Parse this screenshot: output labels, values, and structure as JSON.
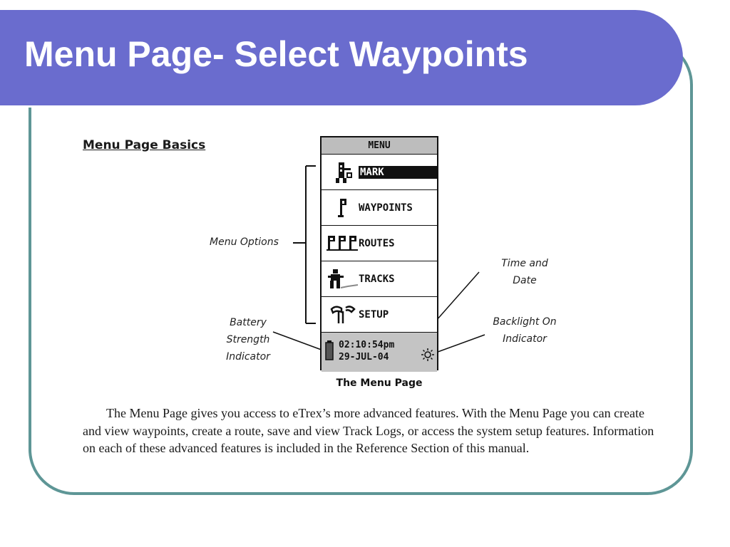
{
  "slide": {
    "title": "Menu Page- Select Waypoints"
  },
  "document": {
    "section_title": "Menu Page Basics",
    "device": {
      "header": "MENU",
      "items": [
        {
          "label": "MARK",
          "icon": "mark-waypoint-icon",
          "selected": true
        },
        {
          "label": "WAYPOINTS",
          "icon": "waypoint-flag-icon",
          "selected": false
        },
        {
          "label": "ROUTES",
          "icon": "route-flags-icon",
          "selected": false
        },
        {
          "label": "TRACKS",
          "icon": "track-walker-icon",
          "selected": false
        },
        {
          "label": "SETUP",
          "icon": "setup-tools-icon",
          "selected": false
        }
      ],
      "status": {
        "time": "02:10:54pm",
        "date": "29-JUL-04",
        "battery_icon": "battery-icon",
        "backlight_icon": "backlight-sun-icon"
      }
    },
    "annotations": {
      "menu_options": "Menu Options",
      "time_date": [
        "Time and",
        "Date"
      ],
      "battery": [
        "Battery",
        "Strength",
        "Indicator"
      ],
      "backlight": [
        "Backlight On",
        "Indicator"
      ]
    },
    "caption": "The Menu Page",
    "body": "The Menu Page gives you access to eTrex’s more advanced features. With the Menu Page you can create and view waypoints, create a route, save and view Track Logs, or access the system setup features.  Information on each of these advanced features is included in the Reference Section of this manual."
  },
  "colors": {
    "banner": "#6a6cce",
    "frame": "#5e9696",
    "device_header": "#bdbdbd",
    "status_bar": "#c4c4c4"
  }
}
